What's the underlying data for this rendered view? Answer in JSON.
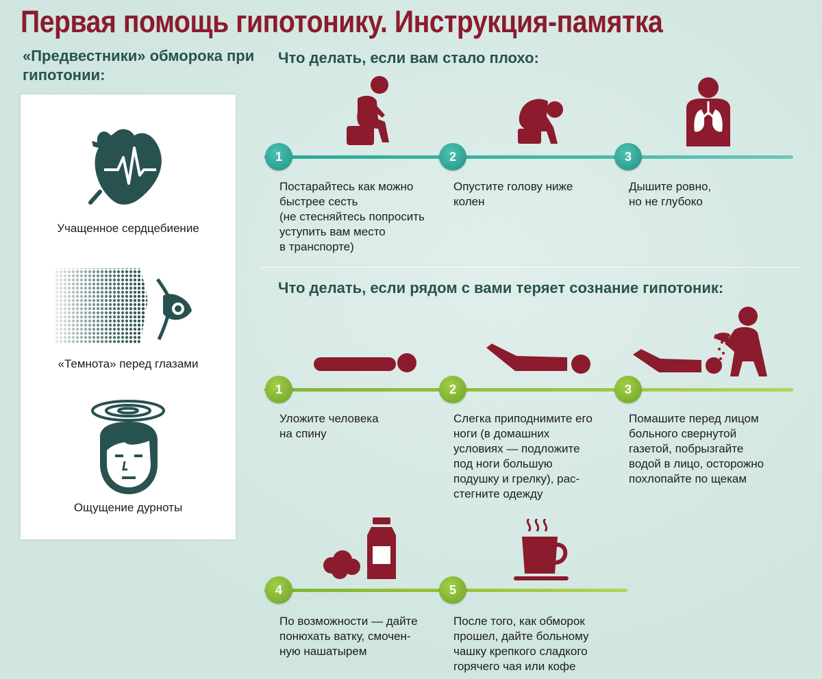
{
  "title": "Первая помощь гипотонику. Инструкция-памятка",
  "symptoms": {
    "heading": "«Предвестники» обморока при гипотонии:",
    "items": [
      {
        "label": "Учащенное сердцебиение",
        "icon": "heart-icon"
      },
      {
        "label": "«Темнота» перед глазами",
        "icon": "eye-darkness-icon"
      },
      {
        "label": "Ощущение дурноты",
        "icon": "dizzy-face-icon"
      }
    ]
  },
  "self_help": {
    "heading": "Что делать, если вам стало плохо:",
    "steps": [
      {
        "number": "1",
        "lines": [
          "Постарайтесь как можно",
          "быстрее сесть",
          "(не стесняйтесь попросить",
          "уступить вам место",
          "в транспорте)"
        ],
        "icon": "sitting-person-icon"
      },
      {
        "number": "2",
        "lines": [
          "Опустите голову ниже",
          "колен"
        ],
        "icon": "head-down-person-icon"
      },
      {
        "number": "3",
        "lines": [
          "Дышите ровно,",
          "но не глубоко"
        ],
        "icon": "lungs-person-icon"
      }
    ]
  },
  "help_others": {
    "heading": "Что делать, если рядом с вами теряет сознание гипотоник:",
    "steps": [
      {
        "number": "1",
        "lines": [
          "Уложите человека",
          "на спину"
        ],
        "icon": "lying-person-icon"
      },
      {
        "number": "2",
        "lines": [
          "Слегка приподнимите его",
          "ноги (в домашних",
          "условиях — подложите",
          "под ноги большую",
          "подушку и грелку), рас-",
          "стегните одежду"
        ],
        "icon": "legs-raised-person-icon"
      },
      {
        "number": "3",
        "lines": [
          "Помашите перед лицом",
          "больного свернутой",
          "газетой, побрызгайте",
          "водой в лицо, осторожно",
          "похлопайте по щекам"
        ],
        "icon": "helper-splashing-water-icon"
      },
      {
        "number": "4",
        "lines": [
          "По возможности — дайте",
          "понюхать ватку, смочен-",
          "ную нашатырем"
        ],
        "icon": "cotton-bottle-icon"
      },
      {
        "number": "5",
        "lines": [
          "После того, как обморок",
          "прошел, дайте больному",
          "чашку крепкого сладкого",
          "горячего чая или кофе"
        ],
        "icon": "hot-cup-icon"
      }
    ]
  },
  "colors": {
    "title": "#8b1b2d",
    "icon_red": "#8b1b2d",
    "icon_dark": "#27524f",
    "teal": "#2aa99b",
    "green": "#8cbd35",
    "background": "#cfe5df"
  }
}
